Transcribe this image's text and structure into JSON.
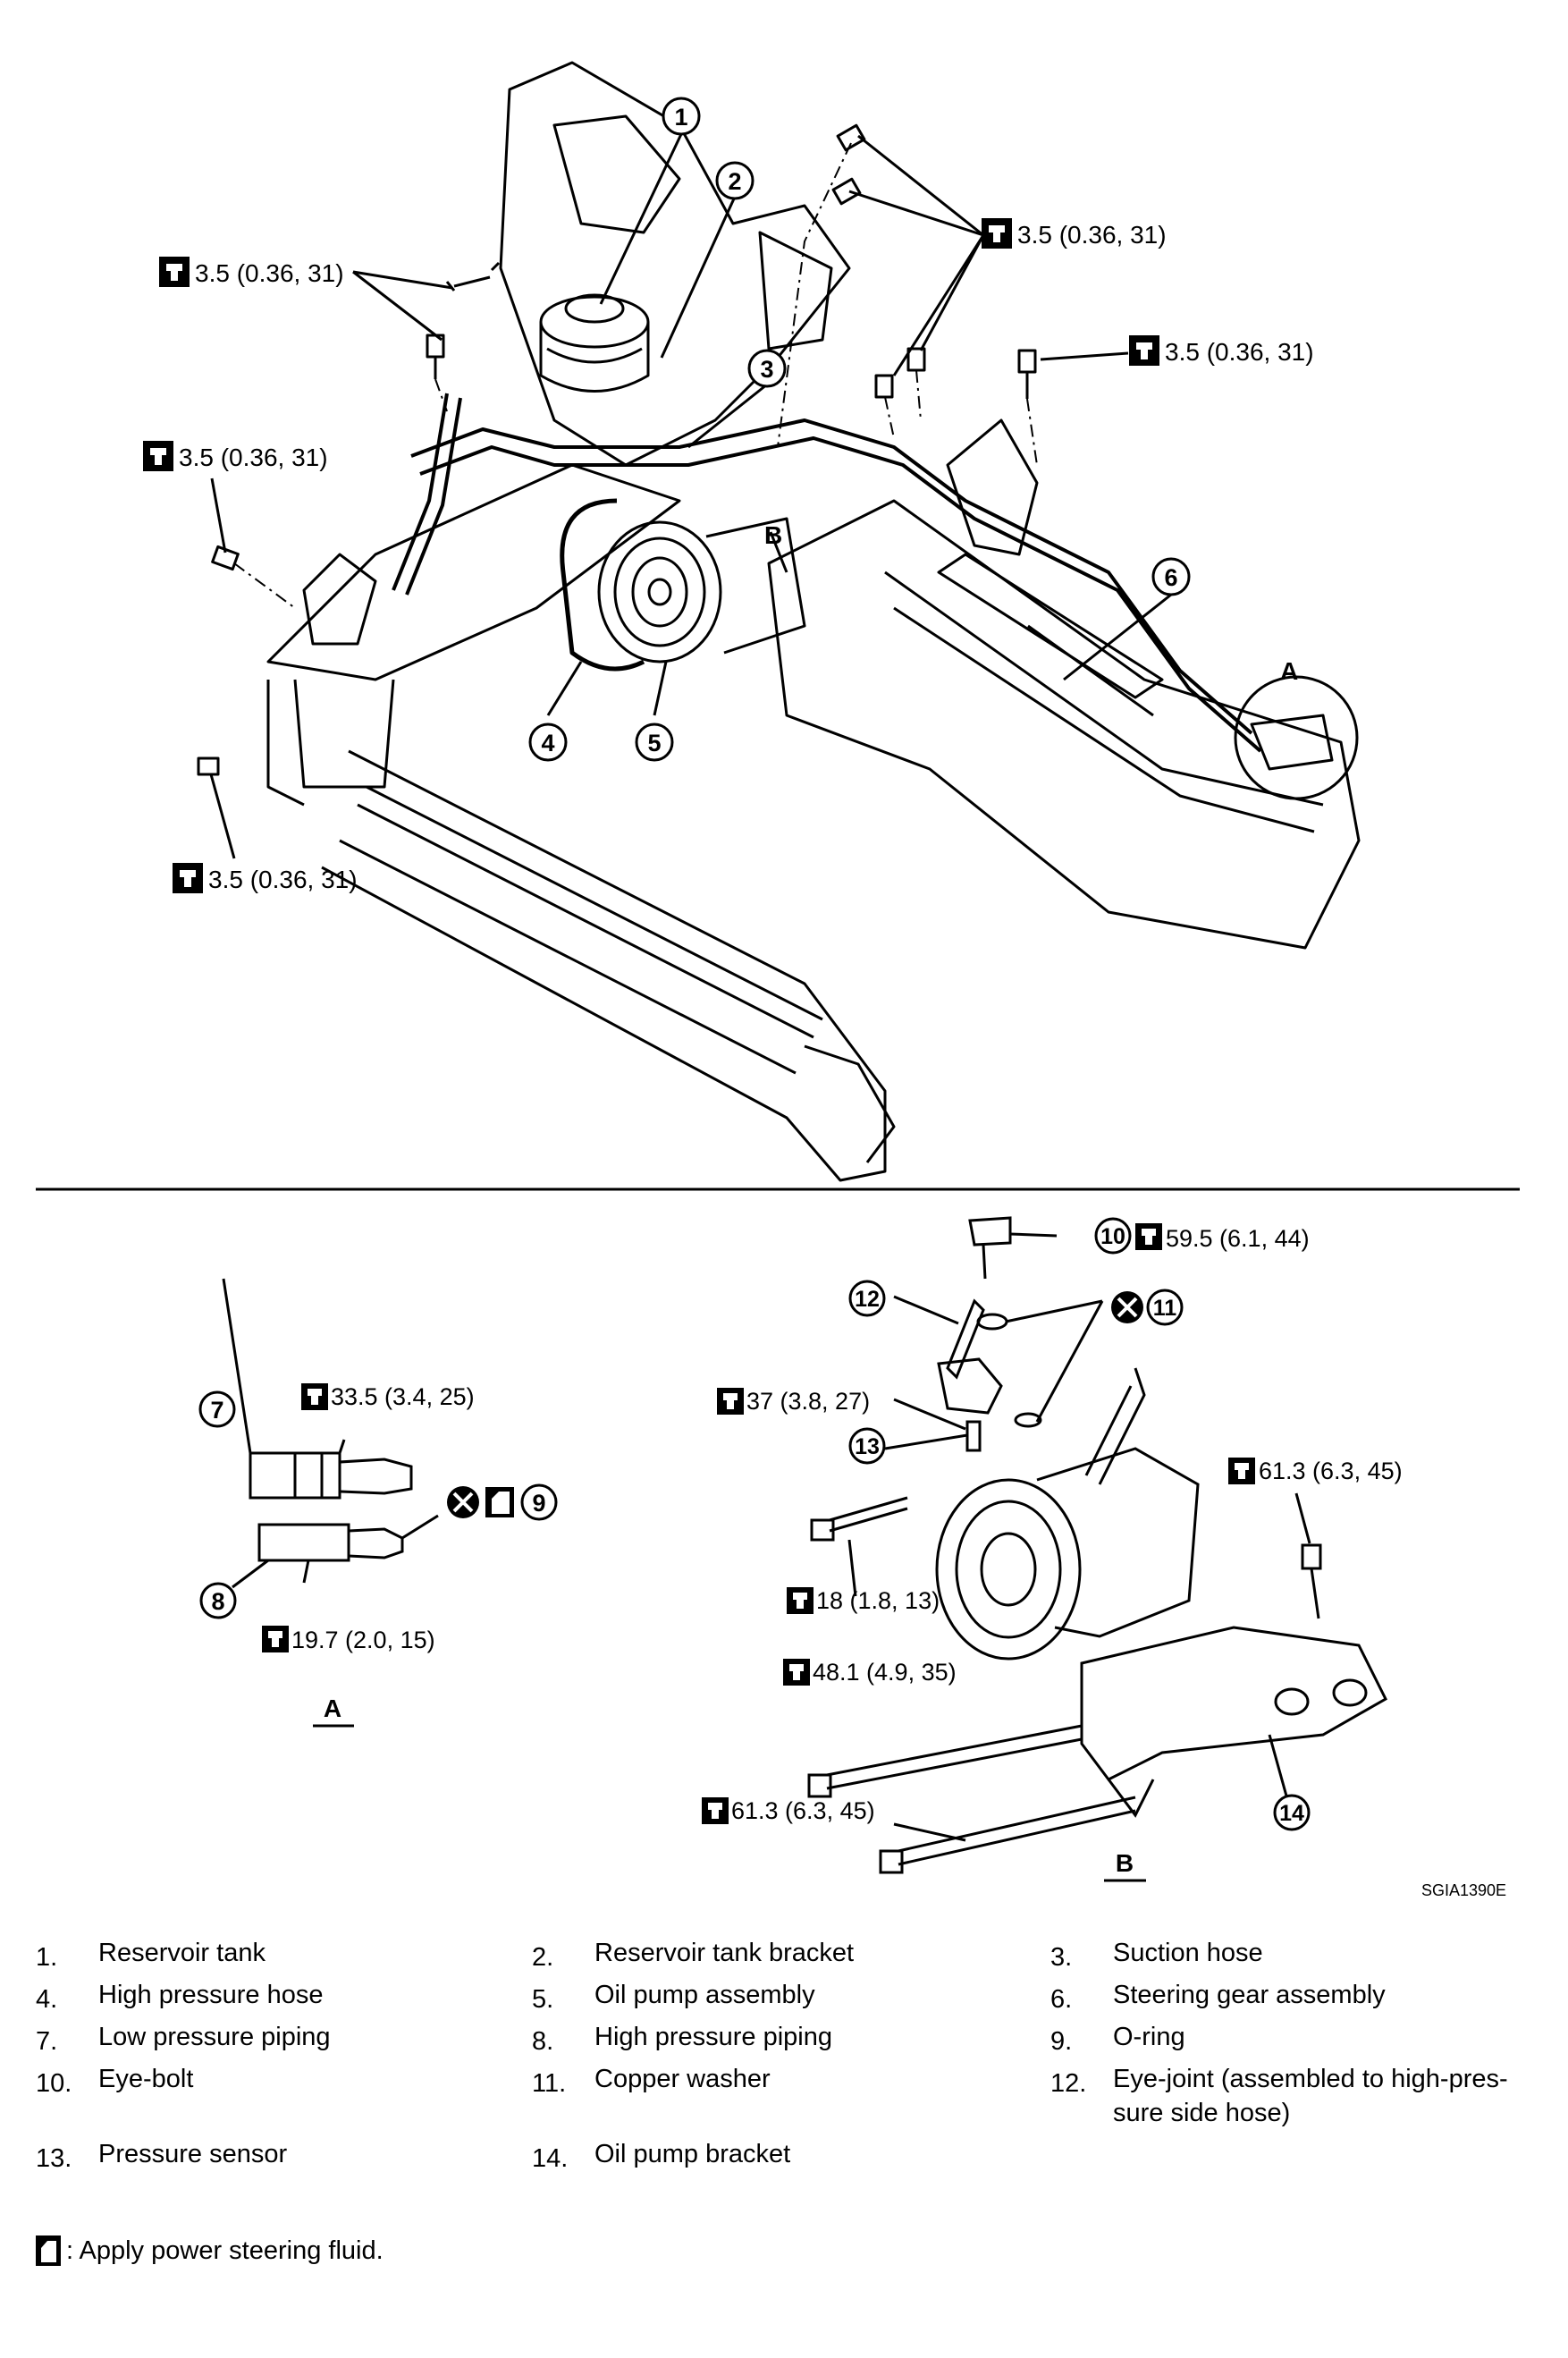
{
  "torques": {
    "t1": "3.5 (0.36, 31)",
    "t2": "3.5 (0.36, 31)",
    "t3": "3.5 (0.36, 31)",
    "t4": "3.5 (0.36, 31)",
    "t5": "3.5 (0.36, 31)",
    "a_top": "33.5 (3.4, 25)",
    "a_bottom": "19.7 (2.0, 15)",
    "b_eyebolt": "59.5 (6.1, 44)",
    "b_sensor": "37 (3.8, 27)",
    "b_right": "61.3 (6.3, 45)",
    "b_bolt18": "18 (1.8, 13)",
    "b_bolt48": "48.1 (4.9, 35)",
    "b_bolt61": "61.3 (6.3, 45)"
  },
  "callouts": [
    "1",
    "2",
    "3",
    "4",
    "5",
    "6",
    "7",
    "8",
    "9",
    "10",
    "11",
    "12",
    "13",
    "14"
  ],
  "detail_labels": {
    "a": "A",
    "b": "B"
  },
  "figure_code": "SGIA1390E",
  "legend": [
    [
      {
        "num": "1.",
        "text": "Reservoir tank"
      },
      {
        "num": "2.",
        "text": "Reservoir tank bracket"
      },
      {
        "num": "3.",
        "text": "Suction hose"
      }
    ],
    [
      {
        "num": "4.",
        "text": "High pressure hose"
      },
      {
        "num": "5.",
        "text": "Oil pump assembly"
      },
      {
        "num": "6.",
        "text": "Steering gear assembly"
      }
    ],
    [
      {
        "num": "7.",
        "text": "Low pressure piping"
      },
      {
        "num": "8.",
        "text": "High pressure piping"
      },
      {
        "num": "9.",
        "text": "O-ring"
      }
    ],
    [
      {
        "num": "10.",
        "text": "Eye-bolt"
      },
      {
        "num": "11.",
        "text": "Copper washer"
      },
      {
        "num": "12.",
        "text": "Eye-joint (assembled to high-pres-\nsure side hose)"
      }
    ],
    [
      {
        "num": "13.",
        "text": "Pressure sensor"
      },
      {
        "num": "14.",
        "text": "Oil pump bracket"
      },
      null
    ]
  ],
  "note": ": Apply power steering fluid.",
  "icons": [
    "torque-wrench-icon",
    "do-not-reuse-icon",
    "fluid-can-icon"
  ]
}
